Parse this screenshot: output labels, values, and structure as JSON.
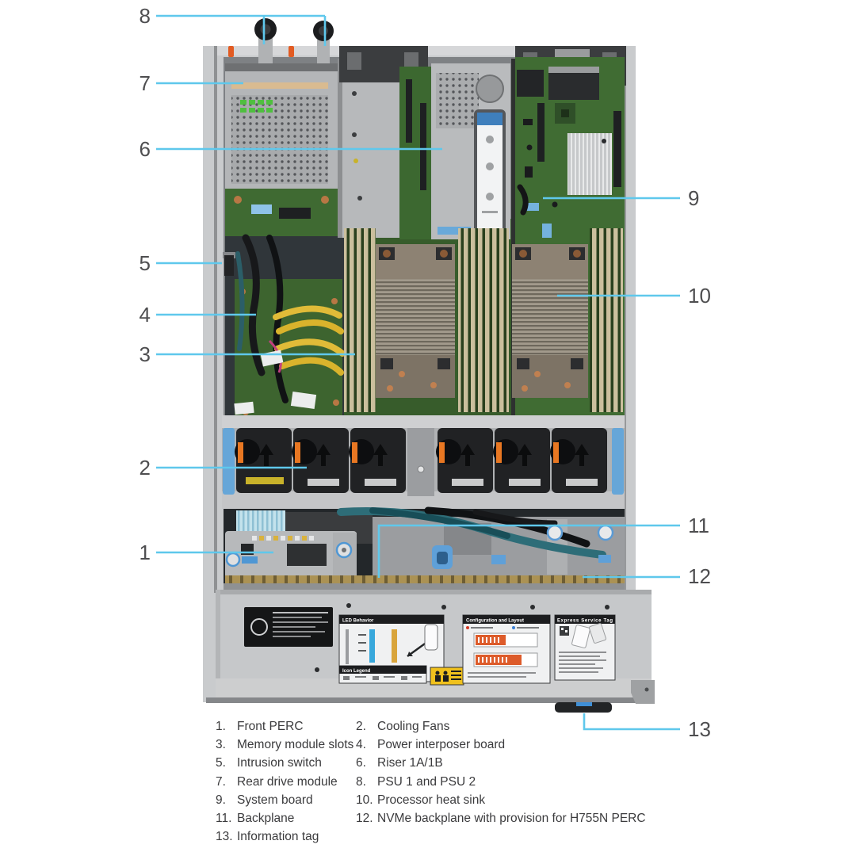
{
  "figure": {
    "kind": "server-interior-annotated-diagram",
    "description": "Top-down inside view of a rack server chassis with numbered callouts"
  },
  "colors": {
    "callout_line": "#5fc8ec",
    "callout_number": "#4e4e50",
    "legend_text": "#3b3b3d",
    "chassis_gray": "#c6c8ca",
    "pcb_green": "#406c33",
    "dimm_tan": "#cbbf9d",
    "fan_black": "#212224",
    "latch_blue": "#66a6d8",
    "accent_orange": "#e87722",
    "cable_teal": "#2e6d78",
    "cable_yellow": "#e0bb38",
    "caution_yellow": "#f0c11d",
    "barcode_orange": "#dd5b2a"
  },
  "callout_numbers": [
    "1",
    "2",
    "3",
    "4",
    "5",
    "6",
    "7",
    "8",
    "9",
    "10",
    "11",
    "12",
    "13"
  ],
  "legend": {
    "items": [
      {
        "num": "1.",
        "label": "Front PERC"
      },
      {
        "num": "2.",
        "label": "Cooling Fans"
      },
      {
        "num": "3.",
        "label": "Memory module slots"
      },
      {
        "num": "4.",
        "label": "Power interposer board"
      },
      {
        "num": "5.",
        "label": "Intrusion switch"
      },
      {
        "num": "6.",
        "label": "Riser 1A/1B"
      },
      {
        "num": "7.",
        "label": "Rear drive module"
      },
      {
        "num": "8.",
        "label": "PSU 1 and PSU 2"
      },
      {
        "num": "9.",
        "label": "System board"
      },
      {
        "num": "10.",
        "label": "Processor heat sink"
      },
      {
        "num": "11.",
        "label": "Backplane"
      },
      {
        "num": "12.",
        "label": "NVMe backplane with provision for H755N PERC"
      },
      {
        "num": "13.",
        "label": "Information tag"
      }
    ]
  },
  "panel_labels": {
    "led": "LED Behavior",
    "icon": "Icon Legend",
    "config": "Configuration and Layout",
    "service": "Express Service Tag"
  }
}
